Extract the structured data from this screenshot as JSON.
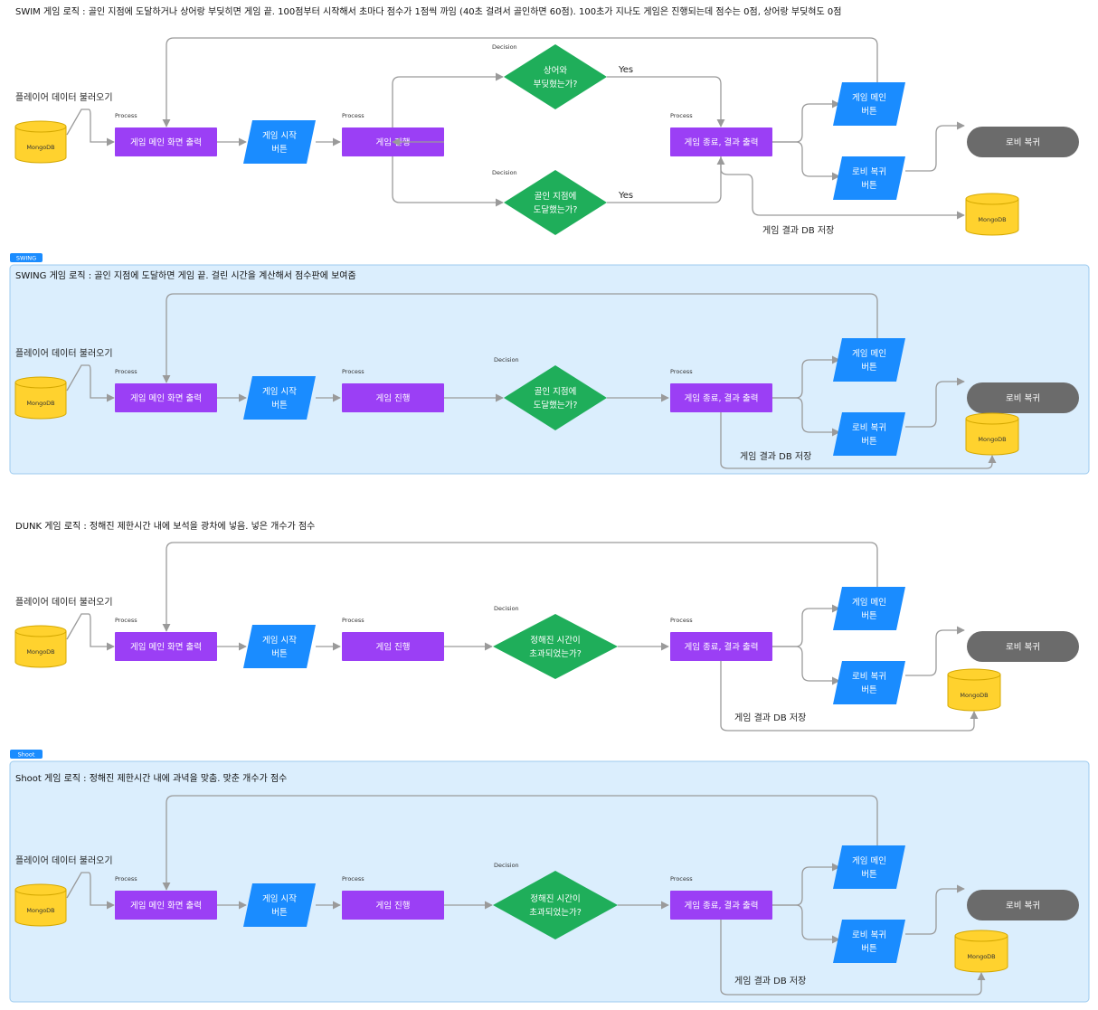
{
  "colors": {
    "process": "#9b3ff5",
    "io": "#1a8cff",
    "decision": "#1fae5a",
    "terminal": "#6b6b6b",
    "database": "#ffd22e",
    "lane_fill": "#dbeefd",
    "lane_border": "#9ccbef",
    "tag": "#1a8cff",
    "connector": "#9a9a9a"
  },
  "sections": [
    {
      "id": "swim",
      "tag": "",
      "title": "SWIM 게임 로직 : 골인 지점에 도달하거나 상어랑 부딪히면 게임 끝. 100점부터 시작해서 초마다 점수가 1점씩 까임 (40초 걸려서 골인하면 60점). 100초가 지나도 게임은 진행되는데 점수는 0점, 상어랑 부딪혀도 0점",
      "load_label": "플레이어 데이터 불러오기",
      "db_label": "MongoDB",
      "process_caption": "Process",
      "decision_caption": "Decision",
      "main_screen": "게임 메인 화면 출력",
      "start_btn": [
        "게임 시작",
        "버튼"
      ],
      "progress": "게임 진행",
      "decisions": [
        {
          "lines": [
            "상어와",
            "부딪혔는가?"
          ],
          "yes": "Yes"
        },
        {
          "lines": [
            "골인 지점에",
            "도달했는가?"
          ],
          "yes": "Yes"
        }
      ],
      "end": "게임 종료, 결과 출력",
      "main_btn": [
        "게임 메인",
        "버튼"
      ],
      "lobby_btn": [
        "로비 복귀",
        "버튼"
      ],
      "lobby": "로비 복귀",
      "save_label": "게임 결과 DB 저장",
      "db2_label": "MongoDB"
    },
    {
      "id": "swing",
      "tag": "SWING",
      "title": "SWING 게임 로직 : 골인 지점에 도달하면 게임 끝. 걸린 시간을 계산해서 점수판에 보여줌",
      "load_label": "플레이어 데이터 불러오기",
      "db_label": "MongoDB",
      "process_caption": "Process",
      "decision_caption": "Decision",
      "main_screen": "게임 메인 화면 출력",
      "start_btn": [
        "게임 시작",
        "버튼"
      ],
      "progress": "게임 진행",
      "decisions": [
        {
          "lines": [
            "골인 지점에",
            "도달했는가?"
          ],
          "yes": ""
        }
      ],
      "end": "게임 종료, 결과 출력",
      "main_btn": [
        "게임 메인",
        "버튼"
      ],
      "lobby_btn": [
        "로비 복귀",
        "버튼"
      ],
      "lobby": "로비 복귀",
      "save_label": "게임 결과 DB 저장",
      "db2_label": "MongoDB"
    },
    {
      "id": "dunk",
      "tag": "",
      "title": "DUNK 게임 로직 : 정해진 제한시간 내에 보석을 광차에 넣음. 넣은 개수가 점수",
      "load_label": "플레이어 데이터 불러오기",
      "db_label": "MongoDB",
      "process_caption": "Process",
      "decision_caption": "Decision",
      "main_screen": "게임 메인 화면 출력",
      "start_btn": [
        "게임 시작",
        "버튼"
      ],
      "progress": "게임 진행",
      "decisions": [
        {
          "lines": [
            "정해진 시간이",
            "초과되었는가?"
          ],
          "yes": ""
        }
      ],
      "end": "게임 종료, 결과 출력",
      "main_btn": [
        "게임 메인",
        "버튼"
      ],
      "lobby_btn": [
        "로비 복귀",
        "버튼"
      ],
      "lobby": "로비 복귀",
      "save_label": "게임 결과 DB 저장",
      "db2_label": "MongoDB"
    },
    {
      "id": "shoot",
      "tag": "Shoot",
      "title": "Shoot 게임 로직 : 정해진 제한시간 내에 과녁을 맞춤. 맞춘 개수가 점수",
      "load_label": "플레이어 데이터 불러오기",
      "db_label": "MongoDB",
      "process_caption": "Process",
      "decision_caption": "Decision",
      "main_screen": "게임 메인 화면 출력",
      "start_btn": [
        "게임 시작",
        "버튼"
      ],
      "progress": "게임 진행",
      "decisions": [
        {
          "lines": [
            "정해진 시간이",
            "초과되었는가?"
          ],
          "yes": ""
        }
      ],
      "end": "게임 종료, 결과 출력",
      "main_btn": [
        "게임 메인",
        "버튼"
      ],
      "lobby_btn": [
        "로비 복귀",
        "버튼"
      ],
      "lobby": "로비 복귀",
      "save_label": "게임 결과 DB 저장",
      "db2_label": "MongoDB"
    }
  ]
}
